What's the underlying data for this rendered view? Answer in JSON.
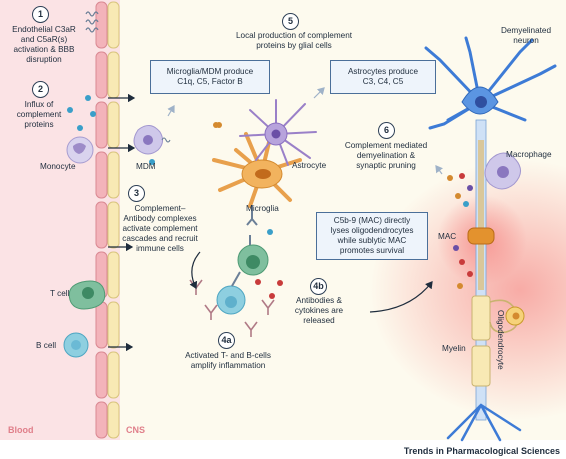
{
  "regions": {
    "blood": "Blood",
    "cns": "CNS"
  },
  "steps": [
    {
      "number": "1",
      "text": "Endothelial C3aR\nand C5aR(s)\nactivation & BBB\ndisruption"
    },
    {
      "number": "2",
      "text": "Influx of\ncomplement\nproteins"
    },
    {
      "number": "3",
      "text": "Complement–\nAntibody complexes\nactivate complement\ncascades and recruit\nimmune cells"
    },
    {
      "number": "4a",
      "text": "Activated T- and B-cells\namplify inflammation"
    },
    {
      "number": "4b",
      "text": "Antibodies &\ncytokines are\nreleased"
    },
    {
      "number": "5",
      "text": "Local production of complement\nproteins by glial cells"
    },
    {
      "number": "6",
      "text": "Complement mediated\ndemyelination &\nsynaptic pruning"
    }
  ],
  "boxes": {
    "microglia_mdm": "Microglia/MDM produce\nC1q, C5, Factor B",
    "astrocytes": "Astrocytes produce\nC3, C4, C5",
    "mac": "C5b-9 (MAC) directly\nlyses oligodendrocytes\nwhile sublytic MAC\npromotes survival"
  },
  "cell_labels": {
    "monocyte": "Monocyte",
    "mdm": "MDM",
    "microglia": "Microglia",
    "astrocyte": "Astrocyte",
    "t_cell": "T cell",
    "b_cell": "B cell",
    "demyelinated_neuron": "Demyelinated\nneuron",
    "macrophage": "Macrophage",
    "mac": "MAC",
    "myelin": "Myelin",
    "oligodendrocyte": "Oligodendrocyte"
  },
  "footer": "Trends in Pharmacological Sciences",
  "colors": {
    "blood_bg": "#fbe3e5",
    "cns_bg": "#fdfaee",
    "box_bg": "#eef4fb",
    "box_border": "#4b6f99",
    "microglia": "#f2b35e",
    "astrocyte": "#9a80c8",
    "neuron": "#3d7bd6",
    "t_cell": "#7fbf9e",
    "b_cell": "#8ecfe0"
  }
}
